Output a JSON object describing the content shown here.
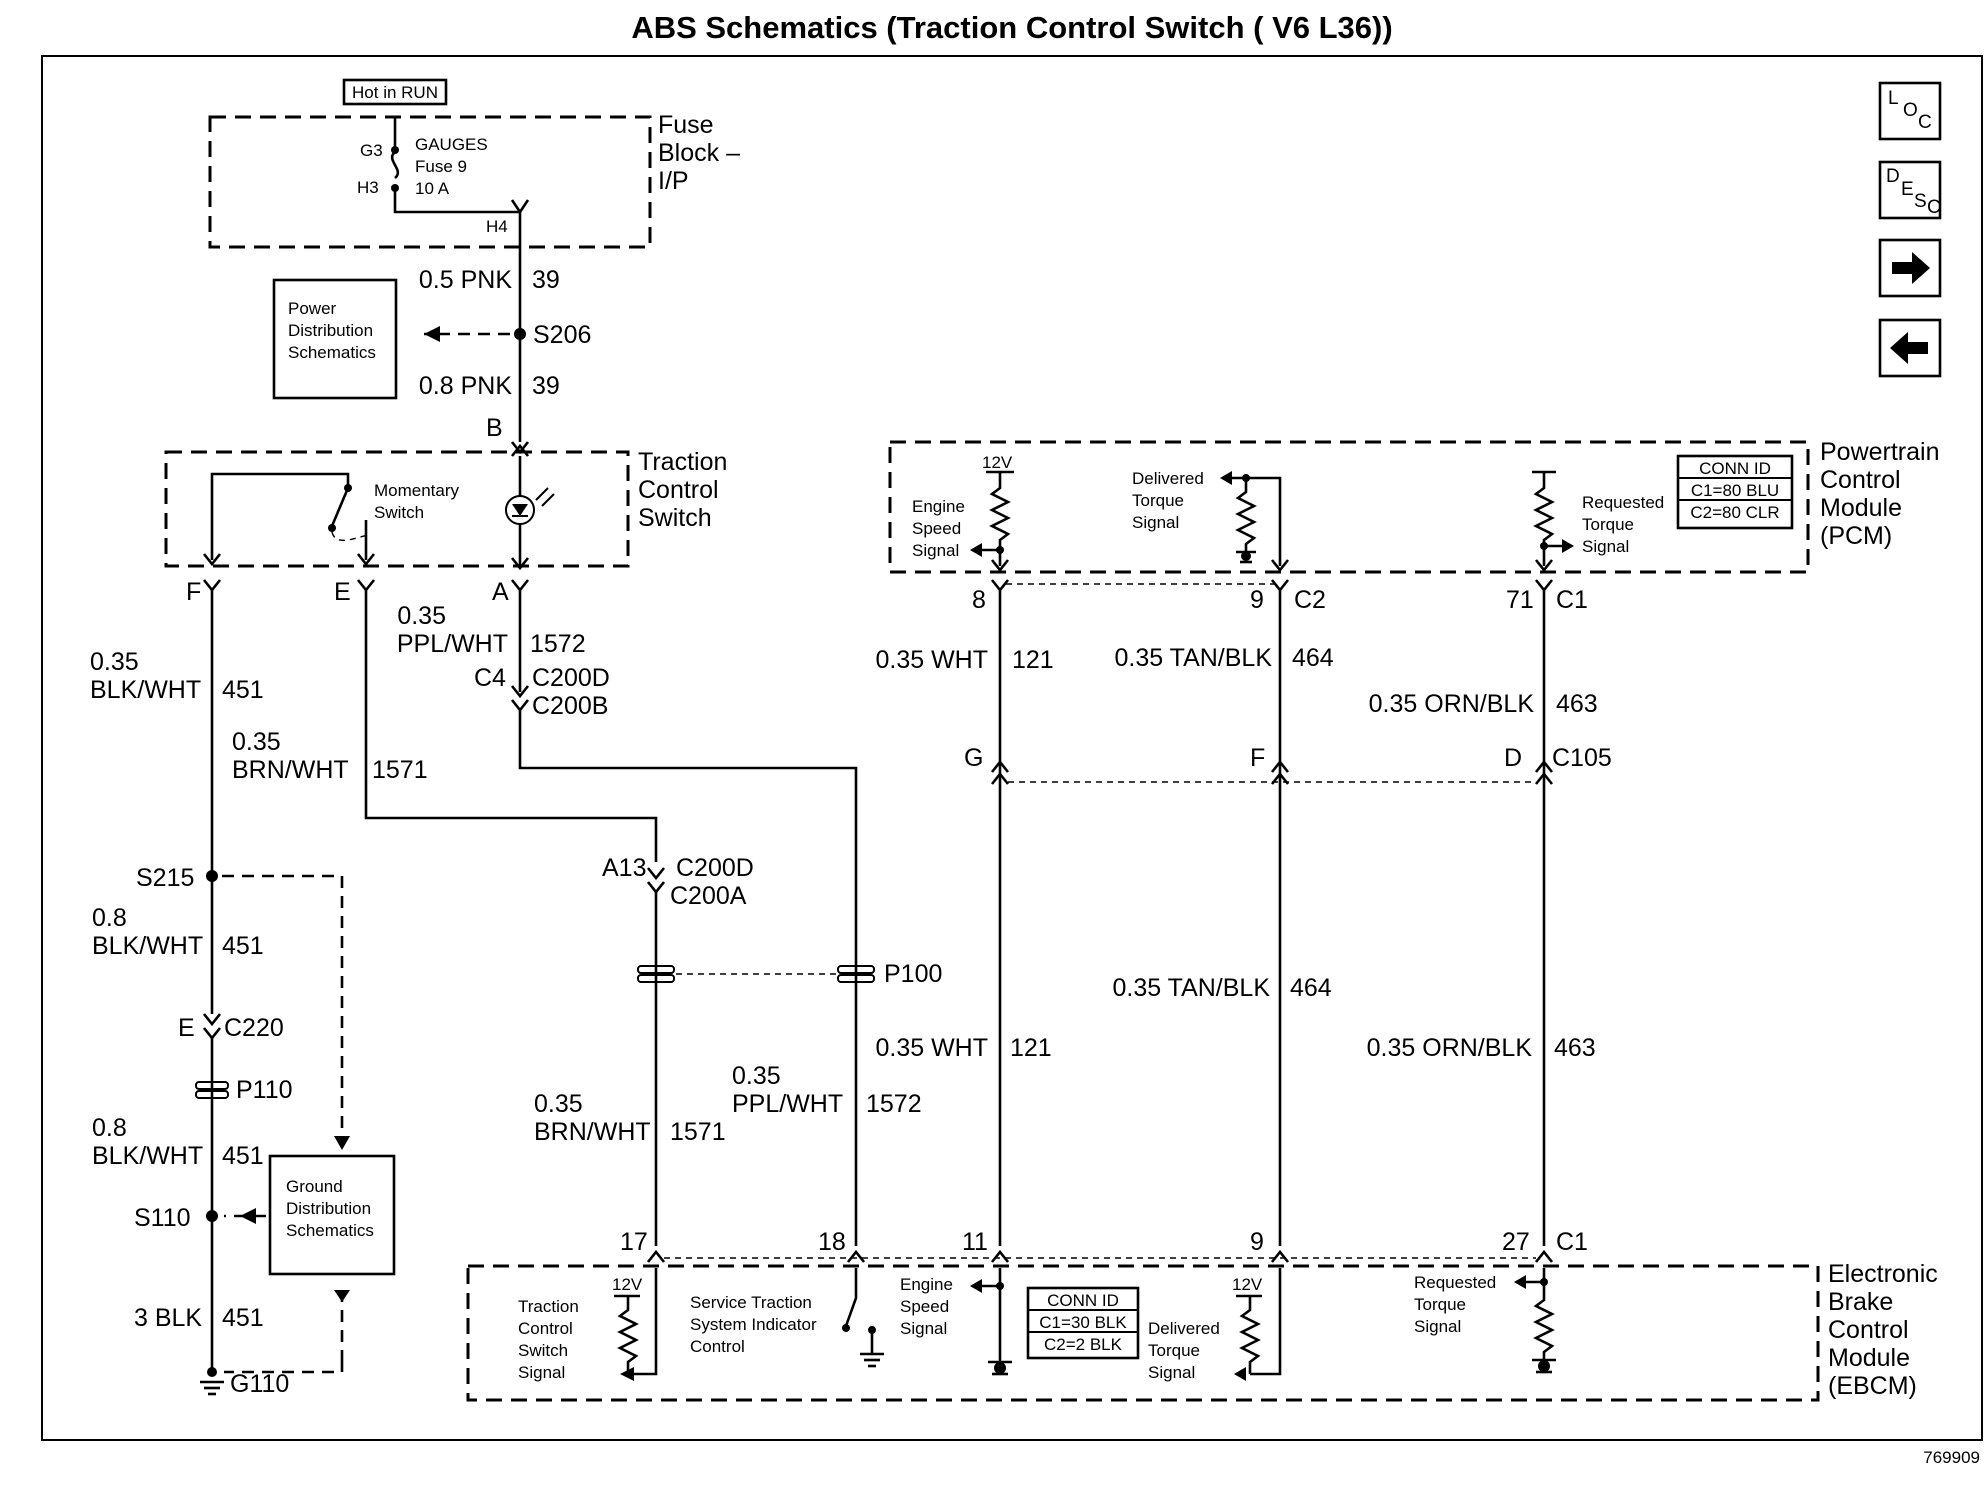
{
  "title": "ABS Schematics (Traction Control Switch ( V6 L36))",
  "figure_number": "769909",
  "nav": {
    "loc": "LOC",
    "desc": "DESC",
    "next_icon": "arrow-right-icon",
    "prev_icon": "arrow-left-icon"
  },
  "fuse_block": {
    "hot_label": "Hot in RUN",
    "name_lines": [
      "Fuse",
      "Block –",
      "I/P"
    ],
    "fuse_lines": [
      "GAUGES",
      "Fuse 9",
      "10 A"
    ],
    "pins": [
      "G3",
      "H3",
      "H4"
    ]
  },
  "power_dist": {
    "lines": [
      "Power",
      "Distribution",
      "Schematics"
    ],
    "splice": "S206"
  },
  "ground_dist": {
    "lines": [
      "Ground",
      "Distribution",
      "Schematics"
    ]
  },
  "tcs": {
    "name_lines": [
      "Traction",
      "Control",
      "Switch"
    ],
    "switch_lines": [
      "Momentary",
      "Switch"
    ],
    "pins": [
      "B",
      "A",
      "E",
      "F"
    ]
  },
  "pcm": {
    "name_lines": [
      "Powertrain",
      "Control",
      "Module",
      "(PCM)"
    ],
    "v12": "12V",
    "engine_speed": [
      "Engine",
      "Speed",
      "Signal"
    ],
    "delivered_torque": [
      "Delivered",
      "Torque",
      "Signal"
    ],
    "requested_torque": [
      "Requested",
      "Torque",
      "Signal"
    ],
    "conn_id": [
      "CONN ID",
      "C1=80 BLU",
      "C2=80 CLR"
    ],
    "pins": [
      "8",
      "9",
      "C2",
      "71",
      "C1"
    ]
  },
  "ebcm": {
    "name_lines": [
      "Electronic",
      "Brake",
      "Control",
      "Module",
      "(EBCM)"
    ],
    "v12": "12V",
    "tcs_signal": [
      "Traction",
      "Control",
      "Switch",
      "Signal"
    ],
    "service_tcs": [
      "Service Traction",
      "System Indicator",
      "Control"
    ],
    "engine_speed": [
      "Engine",
      "Speed",
      "Signal"
    ],
    "delivered_torque": [
      "Delivered",
      "Torque",
      "Signal"
    ],
    "requested_torque": [
      "Requested",
      "Torque",
      "Signal"
    ],
    "conn_id": [
      "CONN ID",
      "C1=30 BLK",
      "C2=2 BLK"
    ],
    "pins": [
      "17",
      "18",
      "11",
      "9",
      "27",
      "C1"
    ]
  },
  "wires": {
    "w1": "0.5 PNK",
    "w1c": "39",
    "w2": "0.8 PNK",
    "w2c": "39",
    "w3a": "0.35",
    "w3b": "PPL/WHT",
    "w3c": "1572",
    "w4a": "0.35",
    "w4b": "BLK/WHT",
    "w4c": "451",
    "w5a": "0.35",
    "w5b": "BRN/WHT",
    "w5c": "1571",
    "w6a": "0.8",
    "w6b": "BLK/WHT",
    "w6c": "451",
    "w7a": "0.8",
    "w7b": "BLK/WHT",
    "w7c": "451",
    "w8": "3 BLK",
    "w8c": "451",
    "w9a": "0.35",
    "w9b": "BRN/WHT",
    "w9c": "1571",
    "w10a": "0.35",
    "w10b": "PPL/WHT",
    "w10c": "1572",
    "w11": "0.35 WHT",
    "w11c": "121",
    "w12": "0.35 TAN/BLK",
    "w12c": "464",
    "w13": "0.35 ORN/BLK",
    "w13c": "463",
    "w14": "0.35 WHT",
    "w14c": "121",
    "w15": "0.35 TAN/BLK",
    "w15c": "464",
    "w16": "0.35 ORN/BLK",
    "w16c": "463"
  },
  "connectors": {
    "c4": "C4",
    "c200d": "C200D",
    "c200b": "C200B",
    "a13": "A13",
    "c200d2": "C200D",
    "c200a": "C200A",
    "p100": "P100",
    "s215": "S215",
    "e": "E",
    "c220": "C220",
    "p110": "P110",
    "s110": "S110",
    "g110": "G110",
    "g": "G",
    "f": "F",
    "d": "D",
    "c105": "C105"
  }
}
